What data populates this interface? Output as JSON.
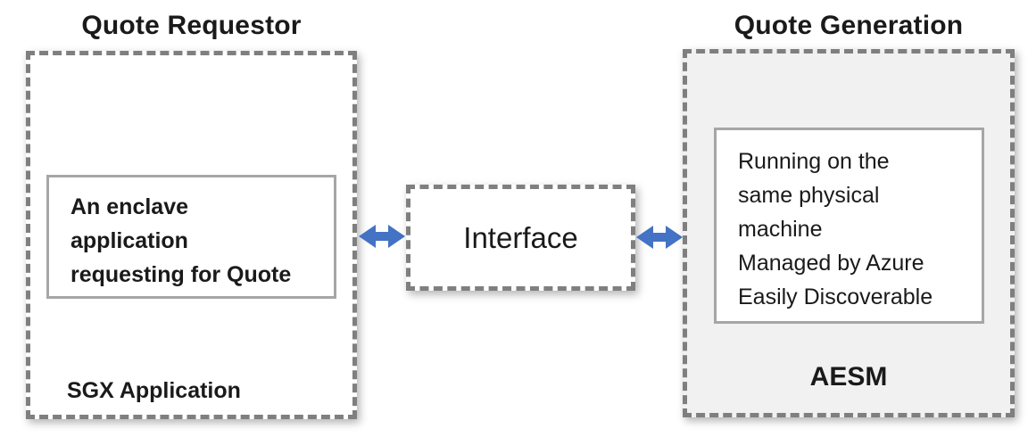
{
  "diagram": {
    "left_group": {
      "title": "Quote Requestor",
      "inner_lines": [
        "An enclave",
        "application",
        "requesting for Quote"
      ],
      "label": "SGX Application"
    },
    "interface": {
      "label": "Interface"
    },
    "right_group": {
      "title": "Quote Generation",
      "inner_lines": [
        "Running on the",
        "same physical",
        "machine",
        "Managed by Azure",
        "Easily Discoverable"
      ],
      "label": "AESM"
    },
    "icons": {
      "left_connector": "left-right-arrow",
      "right_connector": "left-right-arrow"
    },
    "colors": {
      "arrow_blue": "#4472C4",
      "dashed_border_gray": "#7F7F7F",
      "inner_border_gray": "#A6A6A6",
      "right_box_fill": "#F1F1F1",
      "text": "#1A1A1A"
    }
  }
}
